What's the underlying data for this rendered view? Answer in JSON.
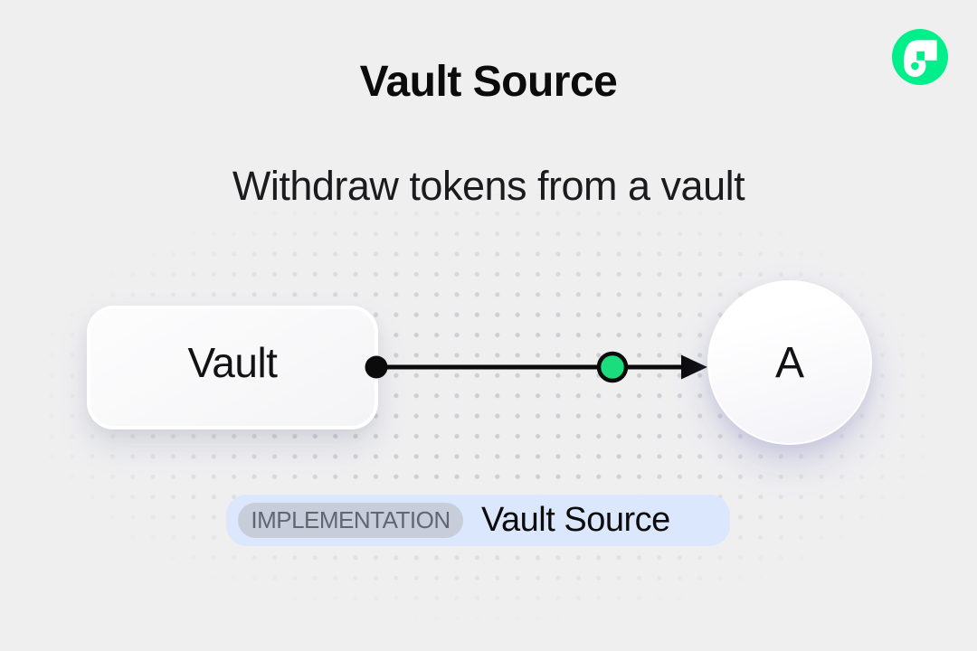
{
  "header": {
    "title": "Vault Source",
    "subtitle": "Withdraw tokens from a vault"
  },
  "logo": {
    "name": "Flow",
    "brand_color": "#00ef8b"
  },
  "diagram": {
    "vault_node": {
      "label": "Vault"
    },
    "account_node": {
      "label": "A"
    },
    "edge": {
      "node_color": "#1ade7d",
      "line_color": "#0b0b0c"
    }
  },
  "badge": {
    "tag": "IMPLEMENTATION",
    "label": "Vault Source",
    "tag_bg": "#c7cdd9",
    "bg": "#dbe7fd"
  },
  "colors": {
    "background": "#efeff0",
    "dot": "#cfcfd3",
    "ink": "#0b0b0c"
  }
}
